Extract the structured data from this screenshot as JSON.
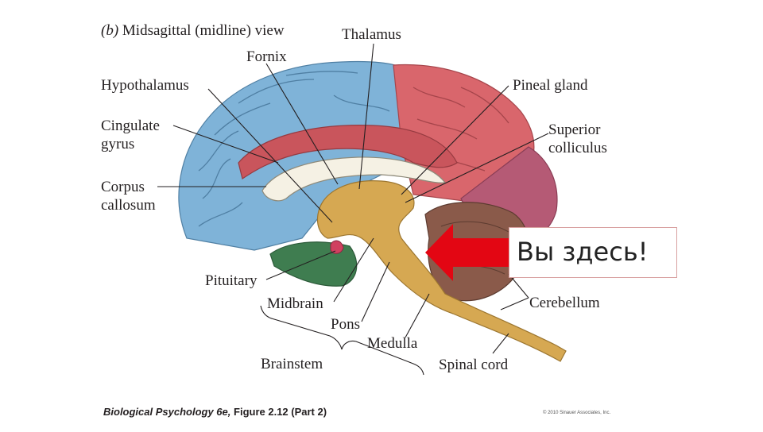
{
  "figure": {
    "panel_letter": "(b)",
    "view_title": "Midsagittal (midline) view"
  },
  "labels": {
    "thalamus": "Thalamus",
    "fornix": "Fornix",
    "hypothalamus": "Hypothalamus",
    "cingulate_gyrus": "Cingulate gyrus",
    "corpus_callosum": "Corpus callosum",
    "pineal_gland": "Pineal gland",
    "superior_colliculus": "Superior colliculus",
    "pituitary": "Pituitary",
    "midbrain": "Midbrain",
    "pons": "Pons",
    "medulla": "Medulla",
    "brainstem": "Brainstem",
    "spinal_cord": "Spinal cord",
    "cerebellum": "Cerebellum"
  },
  "callout": {
    "text": "Вы здесь!",
    "arrow_color": "#e30613"
  },
  "caption": {
    "book": "Biological Psychology 6e,",
    "figure": "Figure 2.12 (Part 2)"
  },
  "copyright": "© 2010 Sinauer Associates, Inc.",
  "colors": {
    "frontal_cortex": "#7fb3d8",
    "parietal_cortex": "#d9666c",
    "occipital_cortex": "#b55a75",
    "cingulate_gyrus": "#c9555c",
    "corpus_callosum": "#f5f1e4",
    "brainstem": "#d6a852",
    "cerebellum": "#8a5a4a",
    "temporal_lobe": "#3f7d50"
  }
}
